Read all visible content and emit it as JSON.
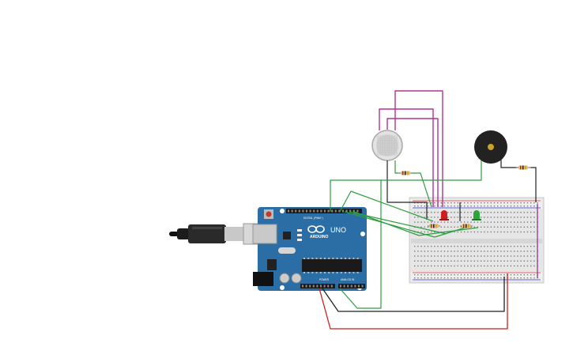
{
  "board": {
    "brand_text": "ARDUINO",
    "model_text": "UNO",
    "header_digital_label": "DIGITAL (PWM~)",
    "header_power_label": "POWER",
    "header_analog_label": "ANALOG IN"
  },
  "colors": {
    "board": "#2b6ea5",
    "breadboard": "#e6e6e6",
    "wire_magenta": "#b3338f",
    "wire_green": "#2e9e3e",
    "wire_black": "#222222",
    "wire_red": "#cc1f1f",
    "led_red": "#cc1f1f",
    "led_green": "#2ea43a",
    "buzzer": "#222222"
  },
  "components": [
    {
      "name": "arduino-uno",
      "type": "board"
    },
    {
      "name": "usb-cable",
      "type": "cable"
    },
    {
      "name": "breadboard",
      "type": "breadboard"
    },
    {
      "name": "gas-sensor",
      "type": "sensor"
    },
    {
      "name": "piezo-buzzer",
      "type": "buzzer"
    },
    {
      "name": "red-led",
      "type": "led"
    },
    {
      "name": "green-led",
      "type": "led"
    },
    {
      "name": "resistor",
      "type": "resistor",
      "count": 4
    }
  ]
}
